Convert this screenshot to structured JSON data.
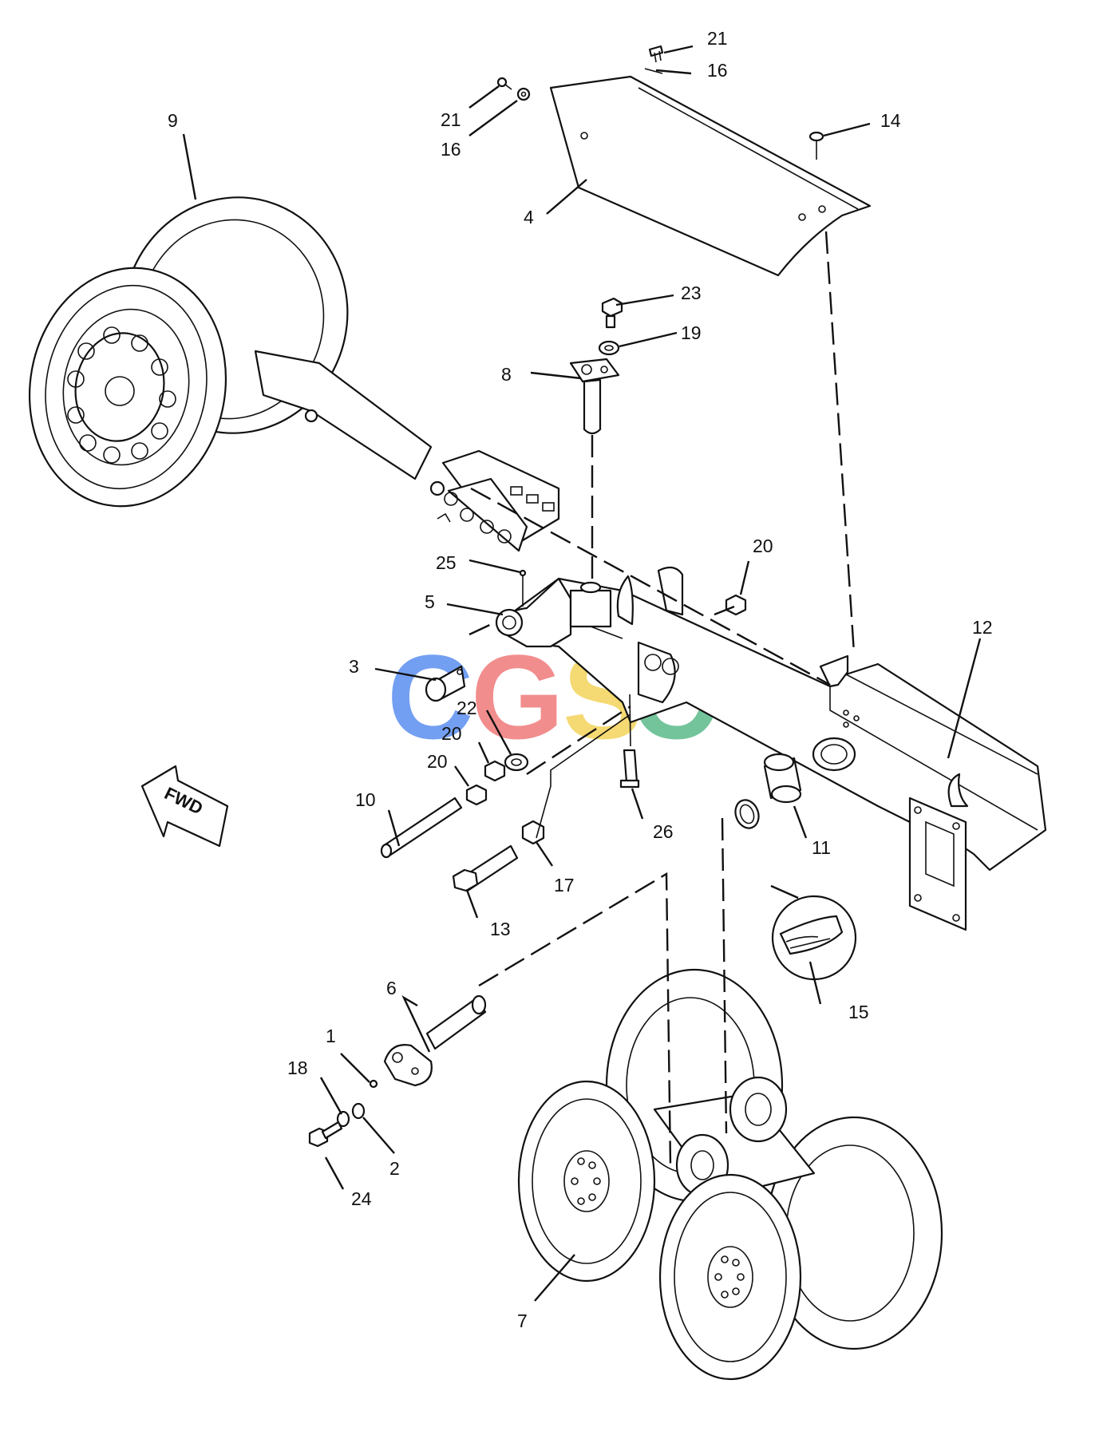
{
  "watermark": {
    "letters": [
      "C",
      "G",
      "S",
      "C"
    ],
    "colors": [
      "#5b8ff0",
      "#f07a7a",
      "#f4d35a",
      "#5cba8a"
    ]
  },
  "direction_label": "FWD",
  "callouts": [
    {
      "id": "c1",
      "text": "1"
    },
    {
      "id": "c2",
      "text": "2"
    },
    {
      "id": "c3",
      "text": "3"
    },
    {
      "id": "c4",
      "text": "4"
    },
    {
      "id": "c5",
      "text": "5"
    },
    {
      "id": "c6",
      "text": "6"
    },
    {
      "id": "c7",
      "text": "7"
    },
    {
      "id": "c8",
      "text": "8"
    },
    {
      "id": "c9",
      "text": "9"
    },
    {
      "id": "c10",
      "text": "10"
    },
    {
      "id": "c11",
      "text": "11"
    },
    {
      "id": "c12",
      "text": "12"
    },
    {
      "id": "c13",
      "text": "13"
    },
    {
      "id": "c14",
      "text": "14"
    },
    {
      "id": "c15",
      "text": "15"
    },
    {
      "id": "c16a",
      "text": "16"
    },
    {
      "id": "c16b",
      "text": "16"
    },
    {
      "id": "c17",
      "text": "17"
    },
    {
      "id": "c18",
      "text": "18"
    },
    {
      "id": "c19",
      "text": "19"
    },
    {
      "id": "c20a",
      "text": "20"
    },
    {
      "id": "c20b",
      "text": "20"
    },
    {
      "id": "c20c",
      "text": "20"
    },
    {
      "id": "c21a",
      "text": "21"
    },
    {
      "id": "c21b",
      "text": "21"
    },
    {
      "id": "c22",
      "text": "22"
    },
    {
      "id": "c23",
      "text": "23"
    },
    {
      "id": "c24",
      "text": "24"
    },
    {
      "id": "c25",
      "text": "25"
    },
    {
      "id": "c26",
      "text": "26"
    }
  ]
}
